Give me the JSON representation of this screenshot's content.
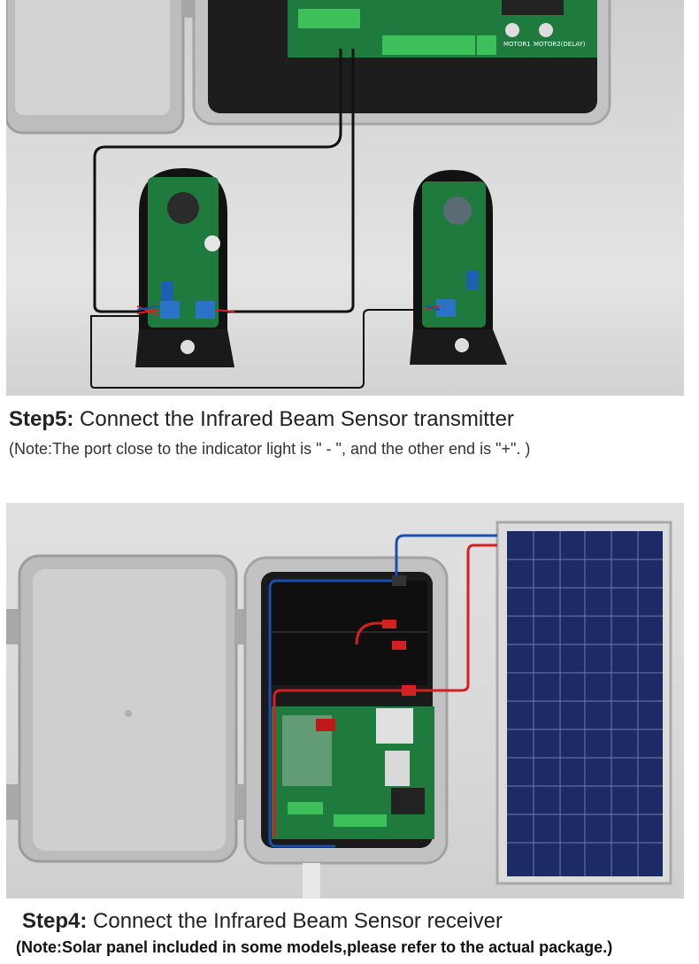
{
  "step5": {
    "label": "Step5:",
    "text": " Connect the Infrared Beam Sensor transmitter",
    "note": "(Note:The port close to the indicator light is \" - \", and the other end is \"+\". )"
  },
  "step4": {
    "label": "Step4:",
    "text": " Connect the Infrared Beam Sensor receiver",
    "note": "(Note:Solar panel included in some models,please refer to the actual package.)"
  },
  "board_labels": {
    "motor1": "MOTOR1",
    "motor2": "MOTOR2(DELAY)"
  },
  "colors": {
    "pcb_green": "#1f7a3e",
    "wire_red": "#d42020",
    "wire_blue": "#1a4fb0",
    "wire_black": "#111111",
    "enclosure_grey": "#bdbdbd"
  }
}
